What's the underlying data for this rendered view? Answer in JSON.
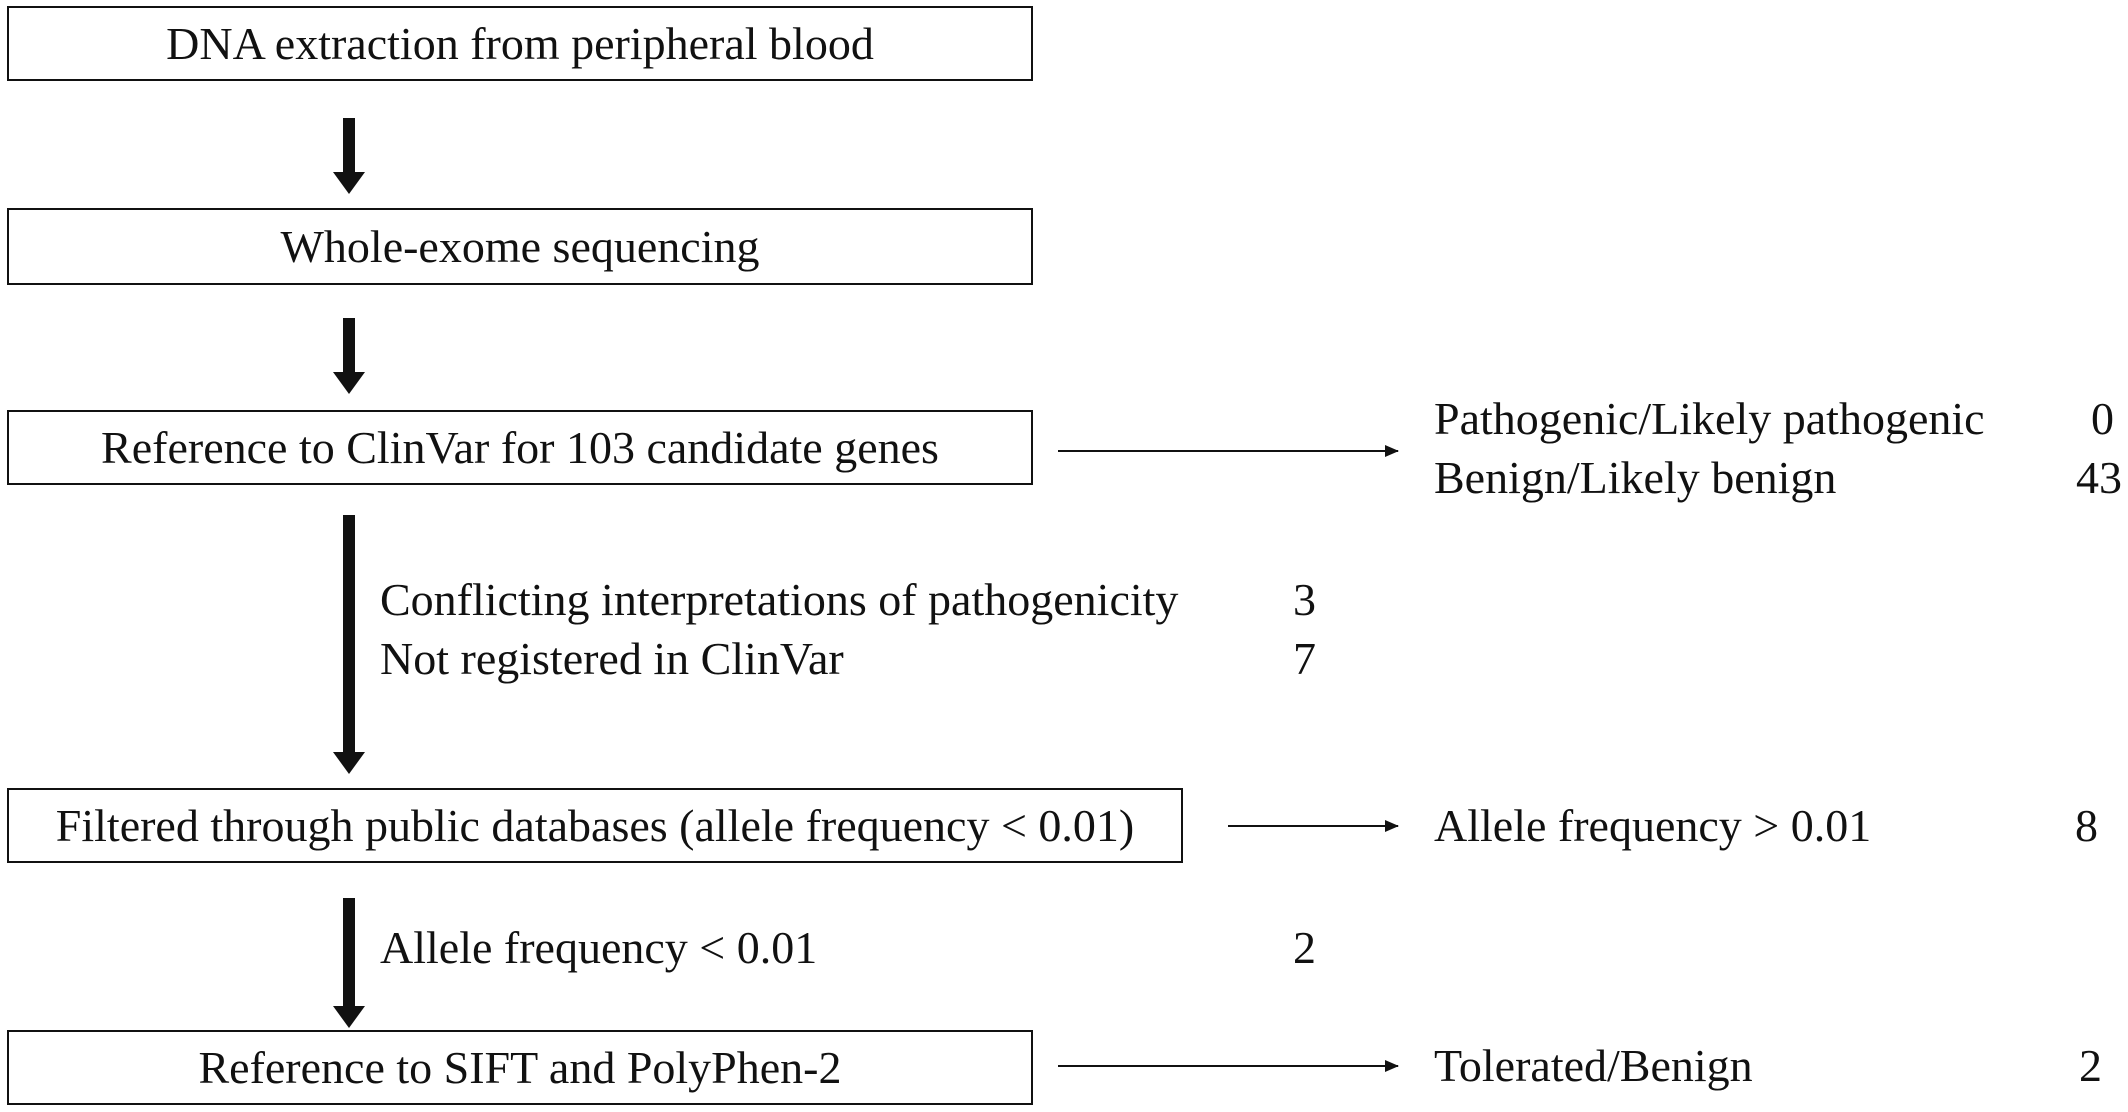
{
  "steps": [
    {
      "label": "DNA extraction from peripheral blood"
    },
    {
      "label": "Whole-exome sequencing"
    },
    {
      "label": "Reference to ClinVar for 103 candidate genes"
    },
    {
      "label": "Filtered through public databases (allele frequency < 0.01)"
    },
    {
      "label": "Reference to SIFT and PolyPhen-2"
    }
  ],
  "side_outputs": {
    "clinvar": [
      {
        "label": "Pathogenic/Likely pathogenic",
        "count": "0"
      },
      {
        "label": "Benign/Likely benign",
        "count": "43"
      }
    ],
    "public_db": [
      {
        "label": "Allele frequency > 0.01",
        "count": "8"
      }
    ],
    "sift": [
      {
        "label": "Tolerated/Benign",
        "count": "2"
      }
    ]
  },
  "passed": {
    "after_clinvar": [
      {
        "label": "Conflicting interpretations of pathogenicity",
        "count": "3"
      },
      {
        "label": "Not registered in ClinVar",
        "count": "7"
      }
    ],
    "after_public_db": [
      {
        "label": "Allele frequency < 0.01",
        "count": "2"
      }
    ]
  }
}
